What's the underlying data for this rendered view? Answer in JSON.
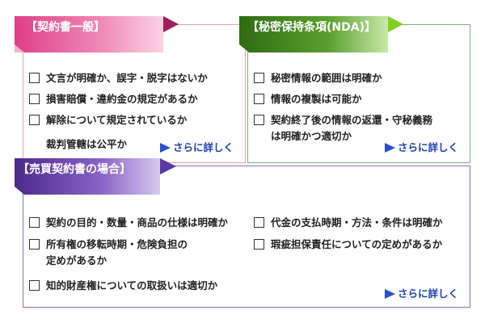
{
  "general": {
    "title": "【契約書一般】",
    "items": [
      "文言が明確か、誤字・脱字はないか",
      "損害賠償・違約金の規定があるか",
      "解除について規定されているか"
    ],
    "extra": "裁判管轄は公平か",
    "more": "さらに詳しく"
  },
  "nda": {
    "title": "【秘密保持条項(NDA)】",
    "items": [
      "秘密情報の範囲は明確か",
      "情報の複製は可能か"
    ],
    "item3_line1": "契約終了後の情報の返還・守秘義務",
    "item3_line2": "は明確かつ適切か",
    "more": "さらに詳しく"
  },
  "sales": {
    "title": "【売買契約書の場合】",
    "item1": "契約の目的・数量・商品の仕様は明確か",
    "item2_line1": "所有権の移転時期・危険負担の",
    "item2_line2": "定めがあるか",
    "item3": "知的財産権についての取扱いは適切か",
    "item4": "代金の支払時期・方法・条件は明確か",
    "item5": "瑕疵担保責任についての定めがあるか",
    "more": "さらに詳しく"
  },
  "colors": {
    "pink": "#e0619a",
    "green": "#2e7a1a",
    "purple": "#4a2a8a",
    "link": "#1a3fb0"
  }
}
